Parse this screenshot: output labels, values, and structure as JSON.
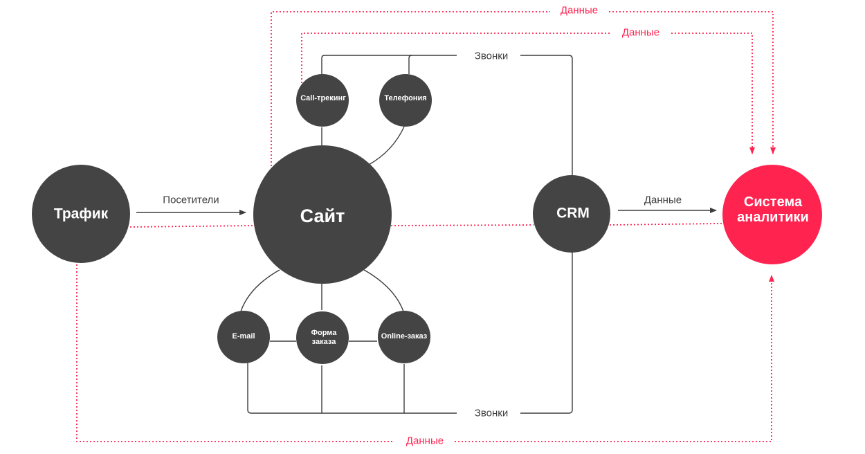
{
  "colors": {
    "accent": "#ff2350",
    "node": "#444444",
    "line": "#3d3d3d",
    "background": "#ffffff"
  },
  "nodes": {
    "traffic": "Трафик",
    "site": "Сайт",
    "crm": "CRM",
    "analytics_line1": "Система",
    "analytics_line2": "аналитики",
    "call_tracking": "Call-трекинг",
    "telephony": "Телефония",
    "email": "E-mail",
    "order_form_line1": "Форма",
    "order_form_line2": "заказа",
    "online_order": "Online-заказ"
  },
  "labels": {
    "visitors": "Посетители",
    "calls_top": "Звонки",
    "calls_bottom": "Звонки",
    "data_crm": "Данные",
    "data_top_outer": "Данные",
    "data_top_inner": "Данные",
    "data_bottom": "Данные"
  }
}
